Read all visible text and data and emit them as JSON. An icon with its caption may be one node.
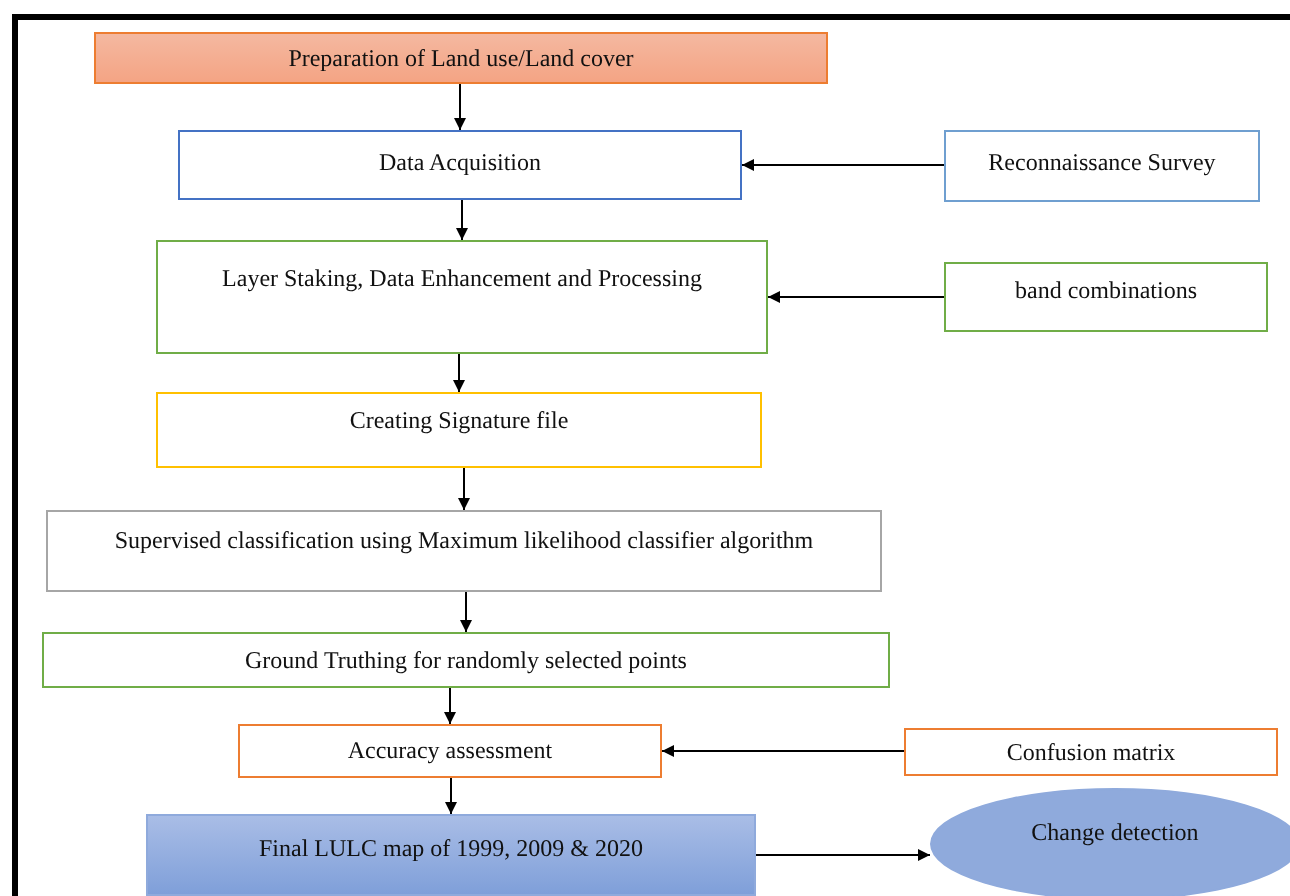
{
  "diagram": {
    "nodes": [
      {
        "text": [
          "Preparation of Land use/Land cover"
        ]
      },
      {
        "text": [
          "Data Acquisition"
        ]
      },
      {
        "text": [
          "Reconnaissance Survey"
        ]
      },
      {
        "text": [
          "Layer Staking, Data Enhancement and Processing"
        ]
      },
      {
        "text": [
          "band combinations"
        ]
      },
      {
        "text": [
          "Creating Signature file"
        ]
      },
      {
        "text": [
          "Supervised classification using Maximum likelihood classifier algorithm"
        ]
      },
      {
        "text": [
          "Ground Truthing for randomly selected points"
        ]
      },
      {
        "text": [
          "Accuracy assessment"
        ]
      },
      {
        "text": [
          "Confusion matrix"
        ]
      },
      {
        "text": [
          "Final LULC map of 1999, 2009 & 2020"
        ]
      },
      {
        "text": [
          "Change detection"
        ]
      }
    ],
    "edges": [
      {
        "from": 0,
        "to": 1,
        "arrow": "to"
      },
      {
        "from": 2,
        "to": 1,
        "arrow": "to"
      },
      {
        "from": 1,
        "to": 3,
        "arrow": "to"
      },
      {
        "from": 4,
        "to": 3,
        "arrow": "to"
      },
      {
        "from": 3,
        "to": 5,
        "arrow": "to"
      },
      {
        "from": 5,
        "to": 6,
        "arrow": "to"
      },
      {
        "from": 6,
        "to": 7,
        "arrow": "to"
      },
      {
        "from": 7,
        "to": 8,
        "arrow": "to"
      },
      {
        "from": 9,
        "to": 8,
        "arrow": "to"
      },
      {
        "from": 8,
        "to": 10,
        "arrow": "to"
      },
      {
        "from": 10,
        "to": 11,
        "arrow": "to"
      }
    ]
  }
}
